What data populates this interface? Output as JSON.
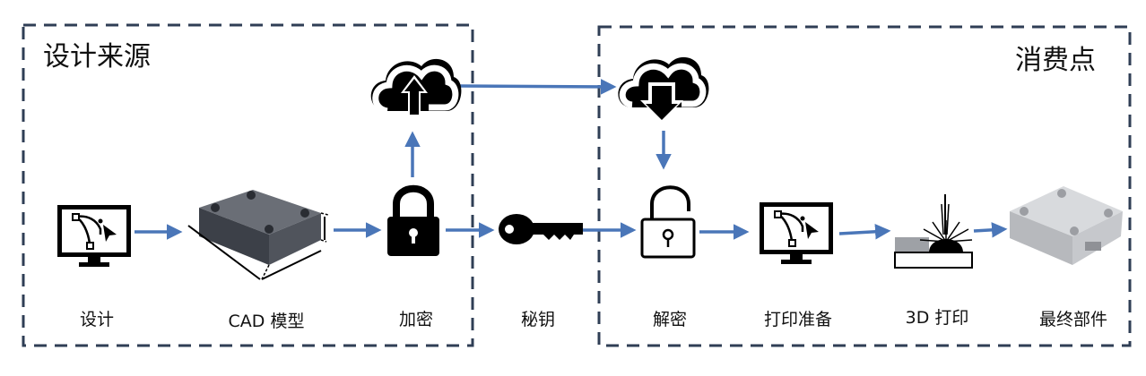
{
  "zones": {
    "source_title": "设计来源",
    "consumer_title": "消费点"
  },
  "steps": {
    "design": "设计",
    "cad_model": "CAD 模型",
    "encrypt": "加密",
    "key": "秘钥",
    "decrypt": "解密",
    "print_prep": "打印准备",
    "print_3d": "3D 打印",
    "final_part": "最终部件"
  },
  "icons": {
    "upload": "cloud-upload-icon",
    "download": "cloud-download-icon",
    "design": "monitor-bezier-icon",
    "cad": "cad-box-icon",
    "lock": "lock-closed-icon",
    "key": "key-icon",
    "unlock": "lock-open-icon",
    "print_prep": "monitor-bezier-icon",
    "printer": "laser-deposition-icon",
    "part": "finished-part-icon"
  },
  "colors": {
    "arrow": "#4a76b8",
    "border": "#2f3e55",
    "icon": "#000000",
    "cad_body": "#4a4e56",
    "part_body": "#c9cbcf"
  }
}
